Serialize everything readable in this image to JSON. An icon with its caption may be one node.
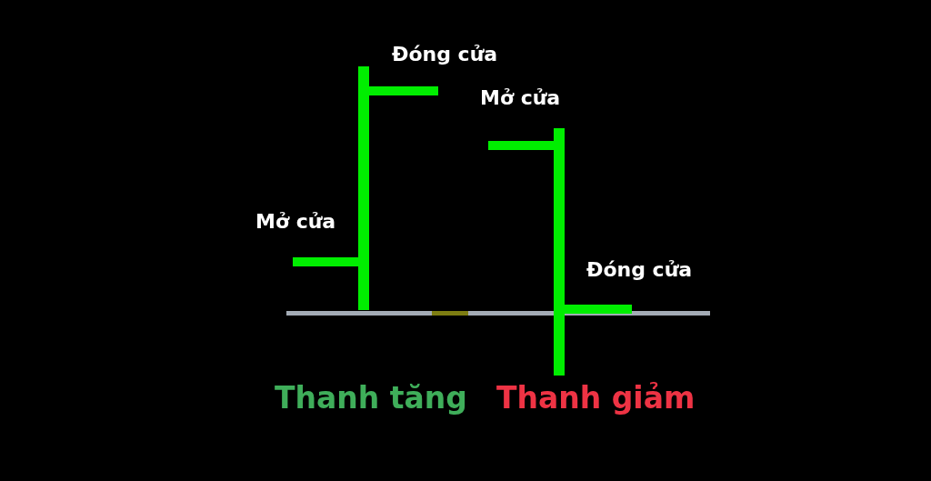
{
  "diagram": {
    "labels": [
      "Đóng cửa",
      "Mở cửa",
      "Mở cửa",
      "Đóng cửa",
      "Thanh tăng",
      "Thanh giảm"
    ]
  }
}
